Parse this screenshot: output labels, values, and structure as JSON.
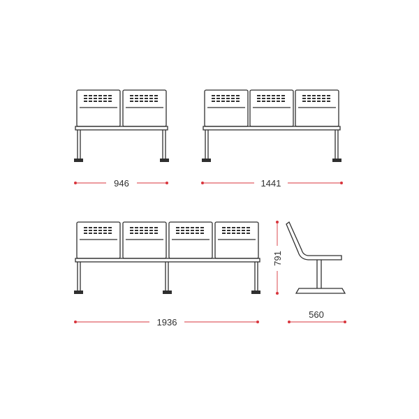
{
  "colors": {
    "ink": "#2f2f2f",
    "dimension": "#d8343c",
    "background": "#ffffff"
  },
  "dimensions": {
    "width_2_seat": "946",
    "width_3_seat": "1441",
    "width_4_seat": "1936",
    "depth_side": "560",
    "height_side": "791"
  }
}
